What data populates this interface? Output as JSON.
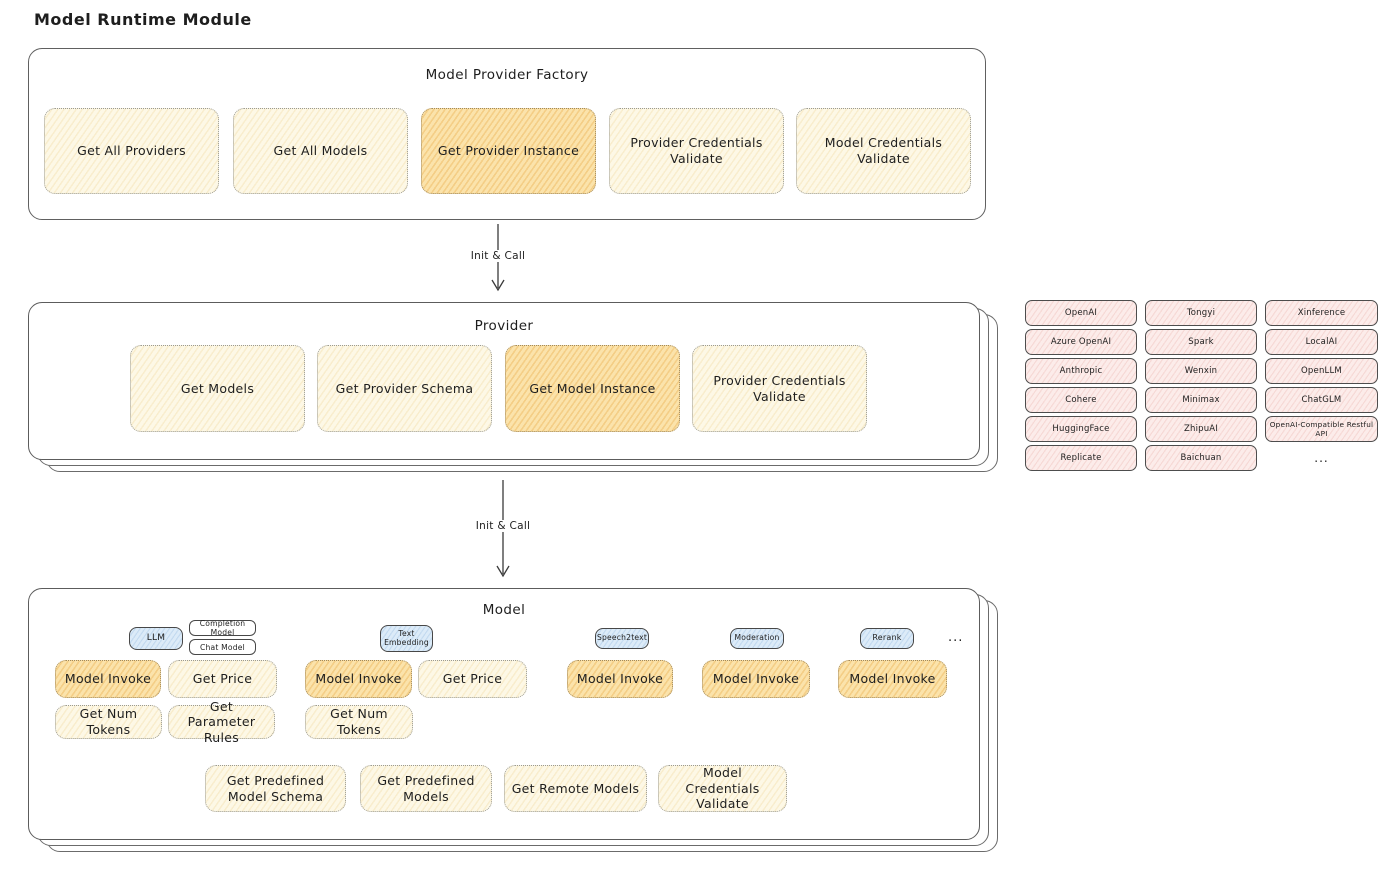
{
  "page": {
    "title": "Model Runtime Module"
  },
  "factory": {
    "title": "Model Provider Factory",
    "buttons": [
      "Get All Providers",
      "Get All Models",
      "Get Provider Instance",
      "Provider Credentials Validate",
      "Model Credentials Validate"
    ]
  },
  "arrows": {
    "factory_to_provider": "Init & Call",
    "provider_to_model": "Init & Call"
  },
  "provider": {
    "title": "Provider",
    "buttons": [
      "Get Models",
      "Get Provider Schema",
      "Get Model Instance",
      "Provider Credentials Validate"
    ]
  },
  "providers": {
    "items": [
      "OpenAI",
      "Tongyi",
      "Xinference",
      "Azure OpenAI",
      "Spark",
      "LocalAI",
      "Anthropic",
      "Wenxin",
      "OpenLLM",
      "Cohere",
      "Minimax",
      "ChatGLM",
      "HuggingFace",
      "ZhipuAI",
      "OpenAI-Compatible Restful API",
      "Replicate",
      "Baichuan",
      "..."
    ]
  },
  "model": {
    "title": "Model",
    "tabs": {
      "llm": "LLM",
      "completion": "Completion Model",
      "chat": "Chat Model",
      "text_embedding": "Text Embedding",
      "speech2text": "Speech2text",
      "moderation": "Moderation",
      "rerank": "Rerank",
      "more": "..."
    },
    "llm": {
      "invoke": "Model Invoke",
      "get_price": "Get Price",
      "get_num_tokens": "Get Num Tokens",
      "get_parameter_rules": "Get Parameter Rules"
    },
    "text_embedding": {
      "invoke": "Model Invoke",
      "get_price": "Get Price",
      "get_num_tokens": "Get Num Tokens"
    },
    "speech2text": {
      "invoke": "Model Invoke"
    },
    "moderation": {
      "invoke": "Model Invoke"
    },
    "rerank": {
      "invoke": "Model Invoke"
    },
    "common": {
      "get_predefined_model_schema": "Get Predefined Model Schema",
      "get_predefined_models": "Get Predefined Models",
      "get_remote_models": "Get Remote Models",
      "model_credentials_validate": "Model Credentials Validate"
    }
  },
  "colors": {
    "node_cream": "#FDF8E6",
    "node_highlight_orange": "#FBE3AB",
    "provider_chip_pink": "#FCECEA",
    "model_tab_blue": "#DCEBF8",
    "box_border": "#5C5C5C",
    "ink": "#1E1E1E"
  }
}
